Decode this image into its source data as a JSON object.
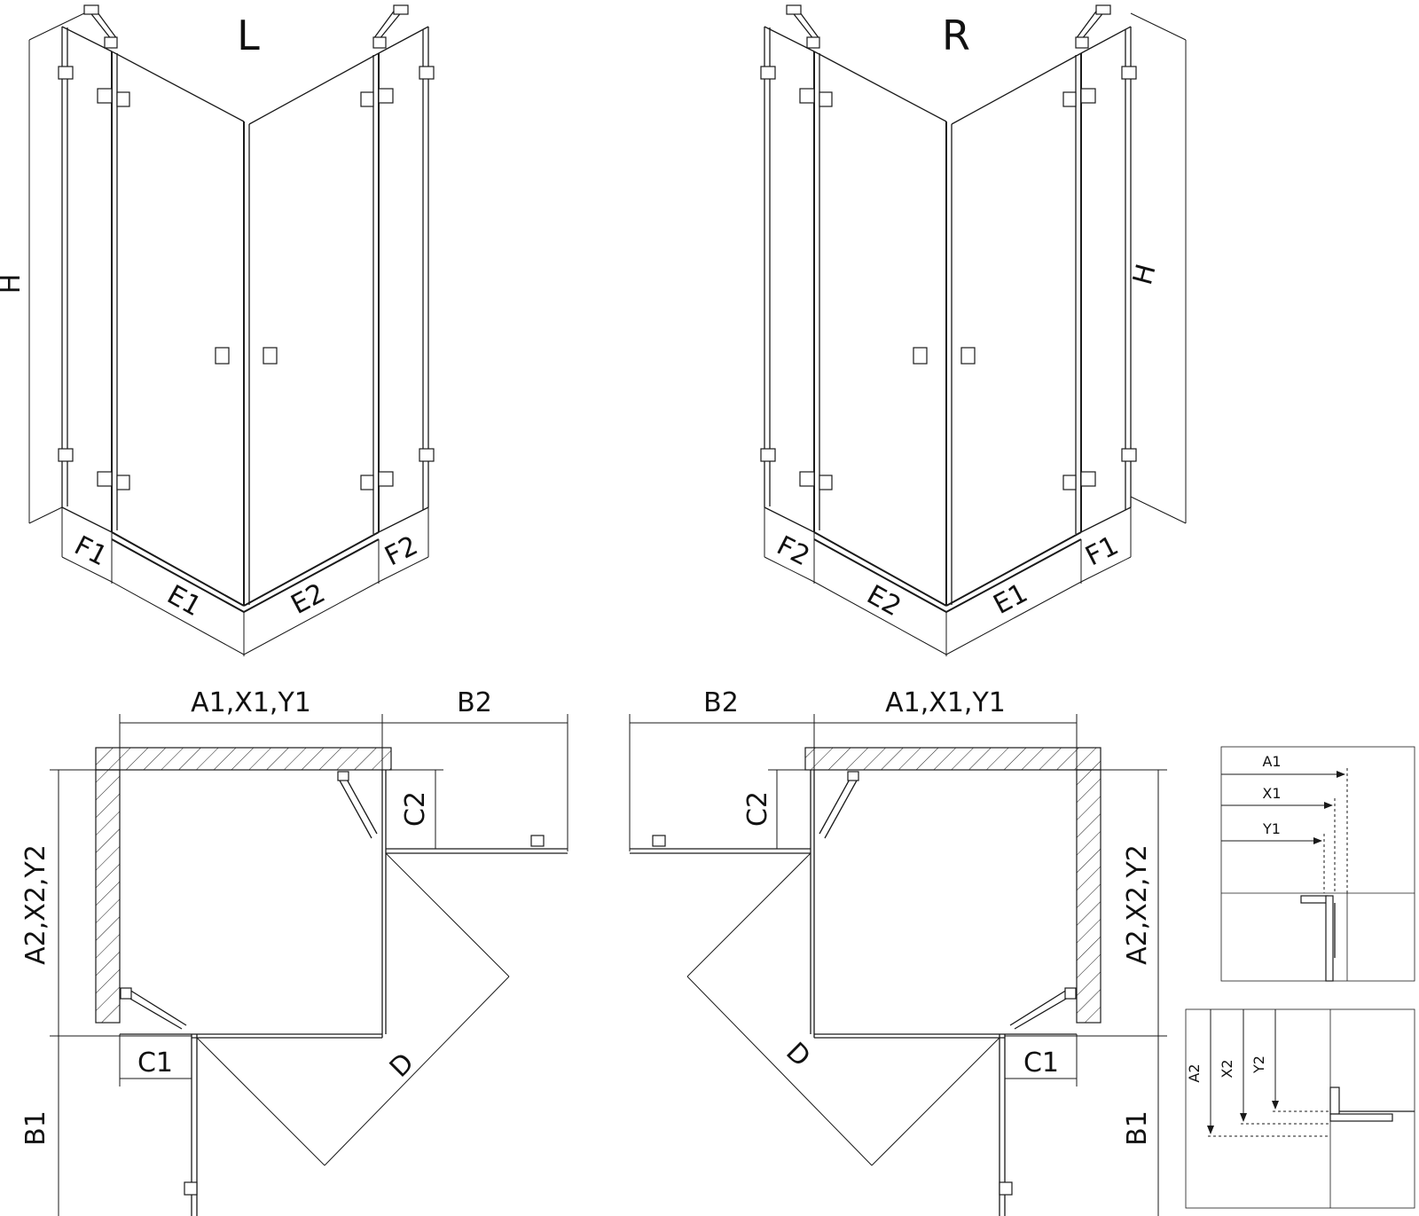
{
  "labels": {
    "left_variant": "L",
    "right_variant": "R",
    "height": "H",
    "f1": "F1",
    "f2": "F2",
    "e1": "E1",
    "e2": "E2",
    "a1x1y1": "A1,X1,Y1",
    "a2x2y2": "A2,X2,Y2",
    "b1": "B1",
    "b2": "B2",
    "c1": "C1",
    "c2": "C2",
    "d": "D",
    "a1": "A1",
    "x1": "X1",
    "y1": "Y1",
    "a2": "A2",
    "x2": "X2",
    "y2": "Y2"
  },
  "colors": {
    "line": "#1a1a1a",
    "background": "#ffffff"
  }
}
